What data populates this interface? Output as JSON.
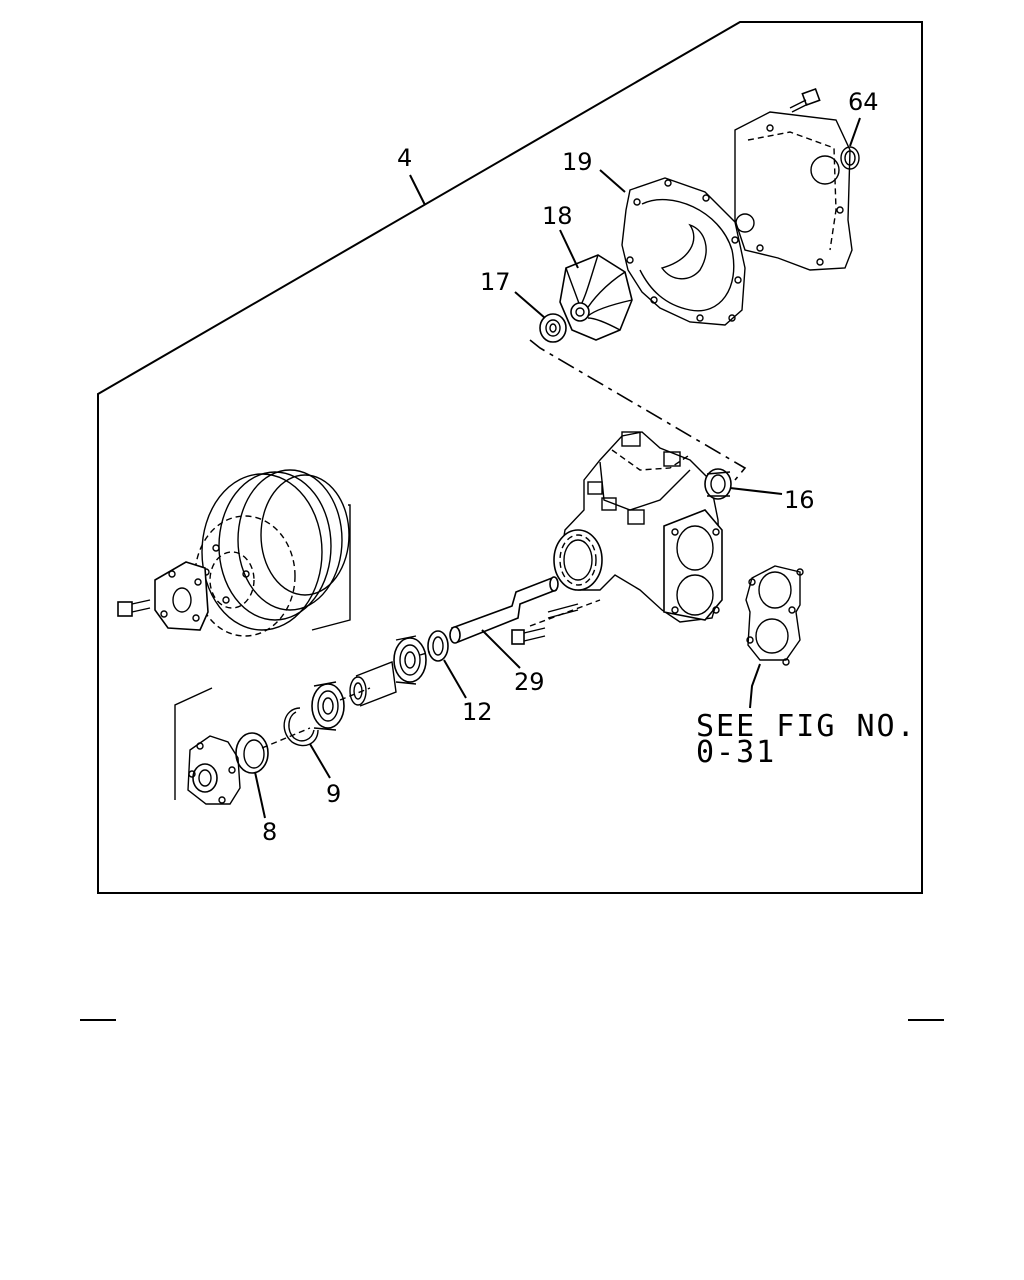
{
  "callouts": {
    "c4": "4",
    "c64": "64",
    "c19": "19",
    "c18": "18",
    "c17": "17",
    "c16": "16",
    "c29": "29",
    "c12": "12",
    "c9": "9",
    "c8": "8"
  },
  "reference": {
    "line1": "SEE FIG NO.",
    "line2": "0-31"
  }
}
